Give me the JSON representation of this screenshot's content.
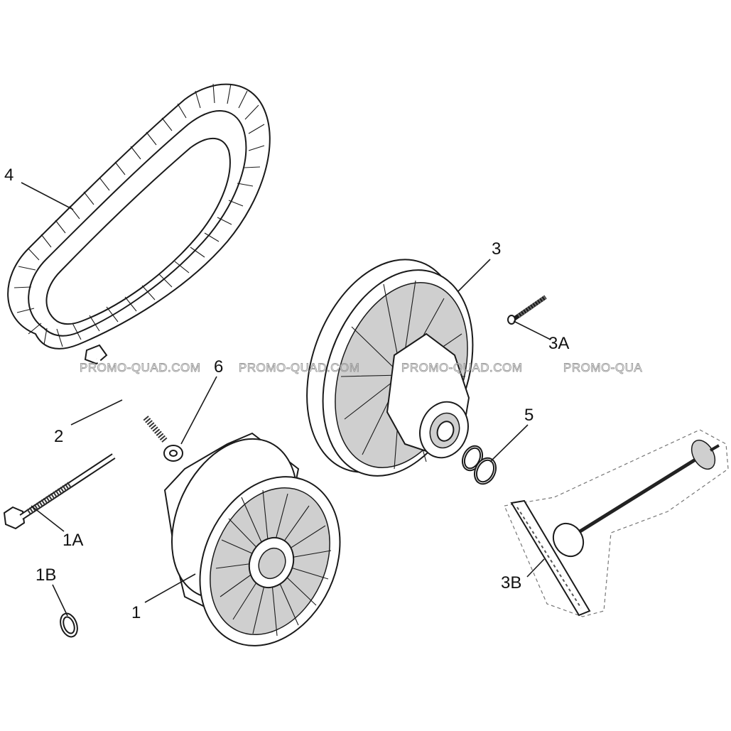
{
  "callouts": {
    "c4": "4",
    "c3": "3",
    "c3a": "3A",
    "c6": "6",
    "c2": "2",
    "c5": "5",
    "c1a": "1A",
    "c1b": "1B",
    "c1": "1",
    "c3b": "3B"
  },
  "watermark": {
    "w1": "PROMO-QUAD.COM",
    "w2": "PROMO-QUAD.COM",
    "w3": "PROMO-QUAD.COM",
    "w4": "PROMO-QUA"
  },
  "colors": {
    "line": "#1a1a1a",
    "fill_grey": "#cfcfcf",
    "watermark": "#9a9a9a"
  }
}
